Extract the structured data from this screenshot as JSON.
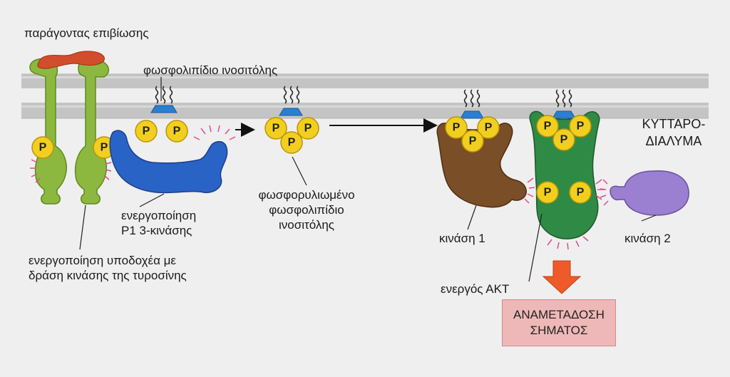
{
  "labels": {
    "survival_factor": "παράγοντας επιβίωσης",
    "inositol_phospholipid": "φωσφολιπίδιο ινοσιτόλης",
    "cytosol_line1": "ΚΥΤΤΑΡΟ-",
    "cytosol_line2": "ΔΙΑΛΥΜΑ",
    "pi3k_line1": "ενεργοποίηση",
    "pi3k_line2": "P1 3-κινάσης",
    "phosphorylated_line1": "φωσφορυλιωμένο",
    "phosphorylated_line2": "φωσφολιπίδιο",
    "phosphorylated_line3": "ινοσιτόλης",
    "receptor_line1": "ενεργοποίηση υποδοχέα με",
    "receptor_line2": "δράση κινάσης της τυροσίνης",
    "kinase1": "κινάση 1",
    "kinase2": "κινάση 2",
    "active_akt": "ενεργός ΑΚΤ",
    "signal_line1": "ΑΝΑΜΕΤΑΔΟΣΗ",
    "signal_line2": "ΣΗΜΑΤΟΣ"
  },
  "phosphate_symbol": "P",
  "colors": {
    "membrane": "#c9c9c9",
    "receptor": "#8cb83f",
    "survival_factor": "#d24d2c",
    "pi3k": "#2a63c6",
    "lipid_head": "#2b7fd0",
    "phosphate": "#f2cf1e",
    "kinase1": "#7a4e26",
    "akt": "#2f8a45",
    "kinase2": "#9b7fd0",
    "signal_arrow": "#ee5a2a",
    "signal_box": "#efb8b8"
  }
}
